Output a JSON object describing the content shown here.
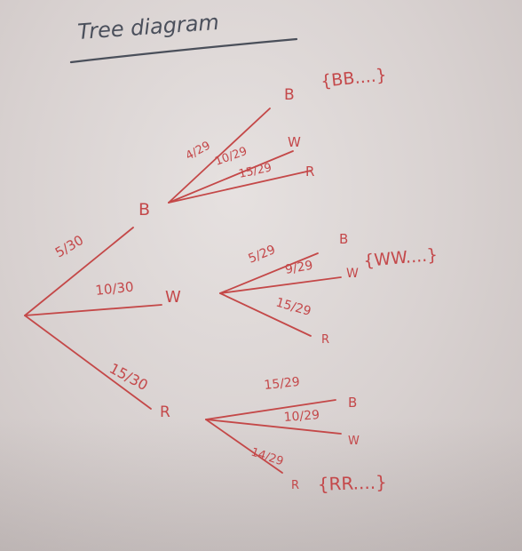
{
  "title": "Tree diagram",
  "first_level": {
    "B": {
      "label": "B",
      "prob": "5/30"
    },
    "W": {
      "label": "W",
      "prob": "10/30"
    },
    "R": {
      "label": "R",
      "prob": "15/30"
    }
  },
  "second_level": {
    "from_B": [
      {
        "label": "B",
        "prob": "4/29"
      },
      {
        "label": "W",
        "prob": "10/29"
      },
      {
        "label": "R",
        "prob": "15/29"
      }
    ],
    "from_W": [
      {
        "label": "B",
        "prob": "5/29"
      },
      {
        "label": "W",
        "prob": "9/29"
      },
      {
        "label": "R",
        "prob": "15/29"
      }
    ],
    "from_R": [
      {
        "label": "B",
        "prob": "15/29"
      },
      {
        "label": "W",
        "prob": "10/29"
      },
      {
        "label": "R",
        "prob": "14/29"
      }
    ]
  },
  "outcome_sets": {
    "BB": "{BB....}",
    "WW": "{WW....}",
    "RR": "{RR....}"
  },
  "colors": {
    "red_ink": "#c44848",
    "dark_ink": "#4a4f5a",
    "board": "#d9d3d2"
  }
}
